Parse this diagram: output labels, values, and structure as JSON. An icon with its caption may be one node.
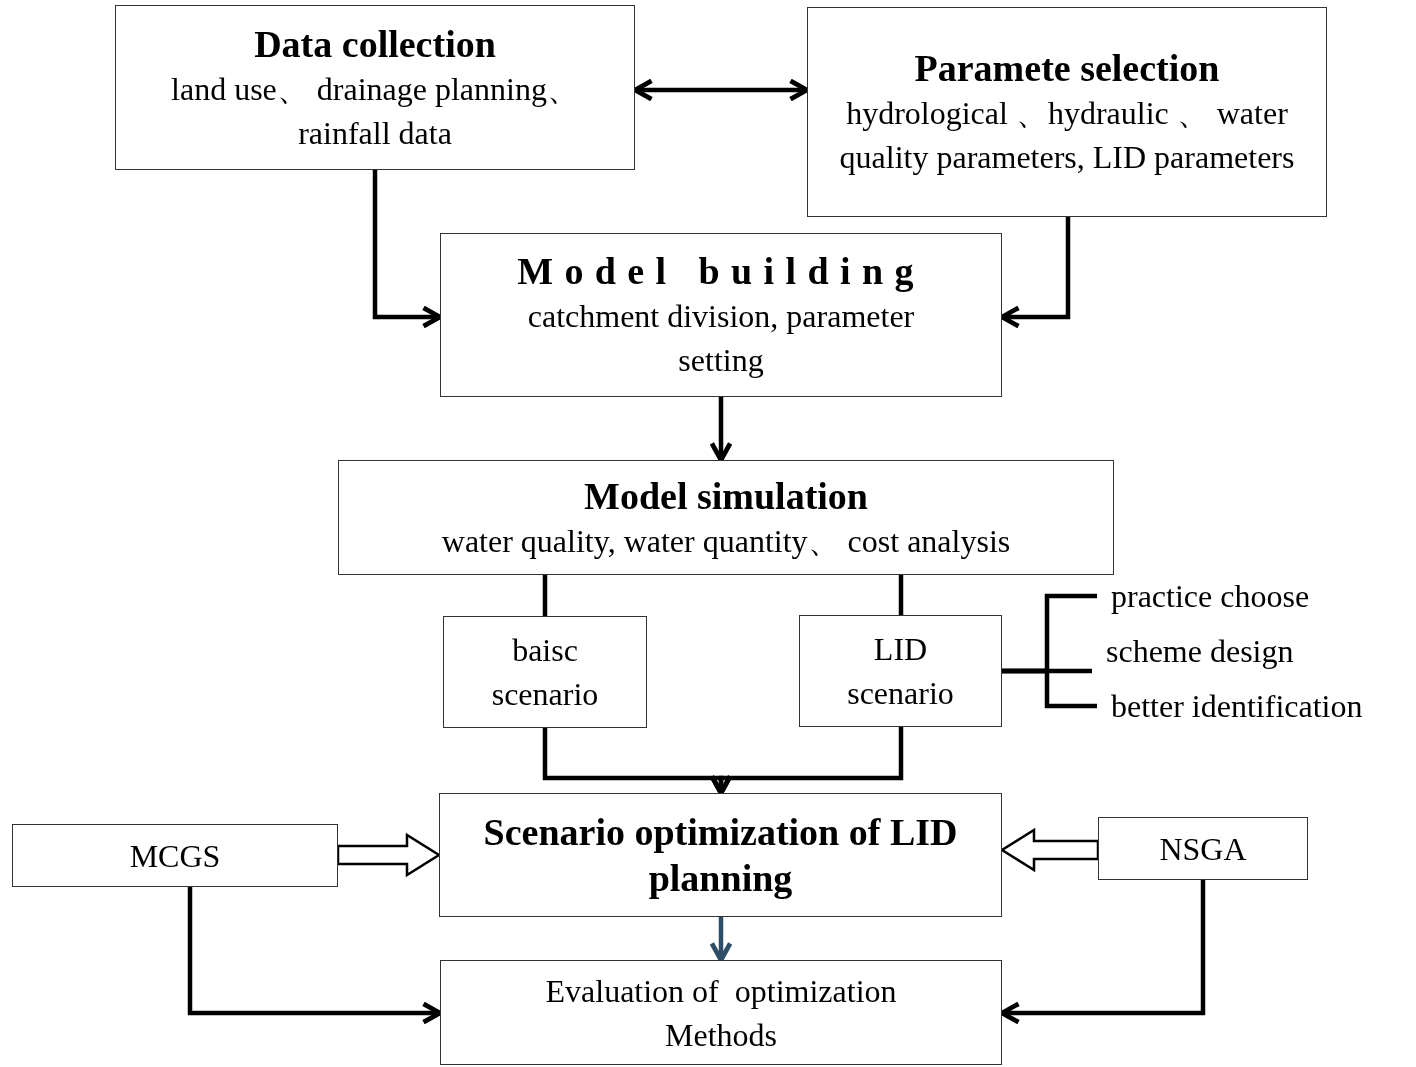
{
  "diagram": {
    "nodes": [
      {
        "text": [
          "Data collection",
          "land use、 drainage planning、 rainfall data"
        ]
      },
      {
        "text": [
          "Paramete selection",
          "hydrological 、hydraulic 、 water quality parameters, LID parameters"
        ]
      },
      {
        "text": [
          "Model building",
          "catchment division, parameter setting"
        ]
      },
      {
        "text": [
          "Model simulation",
          "water quality, water quantity、 cost analysis"
        ]
      },
      {
        "text": [
          "baisc scenario"
        ]
      },
      {
        "text": [
          "LID scenario"
        ]
      },
      {
        "text": [
          "practice choose"
        ]
      },
      {
        "text": [
          "scheme design"
        ]
      },
      {
        "text": [
          "better identification"
        ]
      },
      {
        "text": [
          "Scenario optimization of LID planning"
        ]
      },
      {
        "text": [
          "MCGS"
        ]
      },
      {
        "text": [
          "NSGA"
        ]
      },
      {
        "text": [
          "Evaluation of  optimization Methods"
        ]
      }
    ],
    "edges": [
      {
        "from": 0,
        "to": 1,
        "arrow": "both"
      },
      {
        "from": 0,
        "to": 2,
        "arrow": "to"
      },
      {
        "from": 1,
        "to": 2,
        "arrow": "to"
      },
      {
        "from": 2,
        "to": 3,
        "arrow": "to"
      },
      {
        "from": 3,
        "to": 4,
        "arrow": "none"
      },
      {
        "from": 3,
        "to": 5,
        "arrow": "none"
      },
      {
        "from": 5,
        "to": 6,
        "arrow": "none"
      },
      {
        "from": 5,
        "to": 7,
        "arrow": "none"
      },
      {
        "from": 5,
        "to": 8,
        "arrow": "none"
      },
      {
        "from": 4,
        "to": 9,
        "arrow": "to"
      },
      {
        "from": 5,
        "to": 9,
        "arrow": "to"
      },
      {
        "from": 10,
        "to": 9,
        "arrow": "to",
        "style": "thick"
      },
      {
        "from": 11,
        "to": 9,
        "arrow": "to",
        "style": "thick"
      },
      {
        "from": 9,
        "to": 12,
        "arrow": "to",
        "color": "#2e4d66"
      },
      {
        "from": 10,
        "to": 12,
        "arrow": "to"
      },
      {
        "from": 11,
        "to": 12,
        "arrow": "to"
      }
    ]
  }
}
